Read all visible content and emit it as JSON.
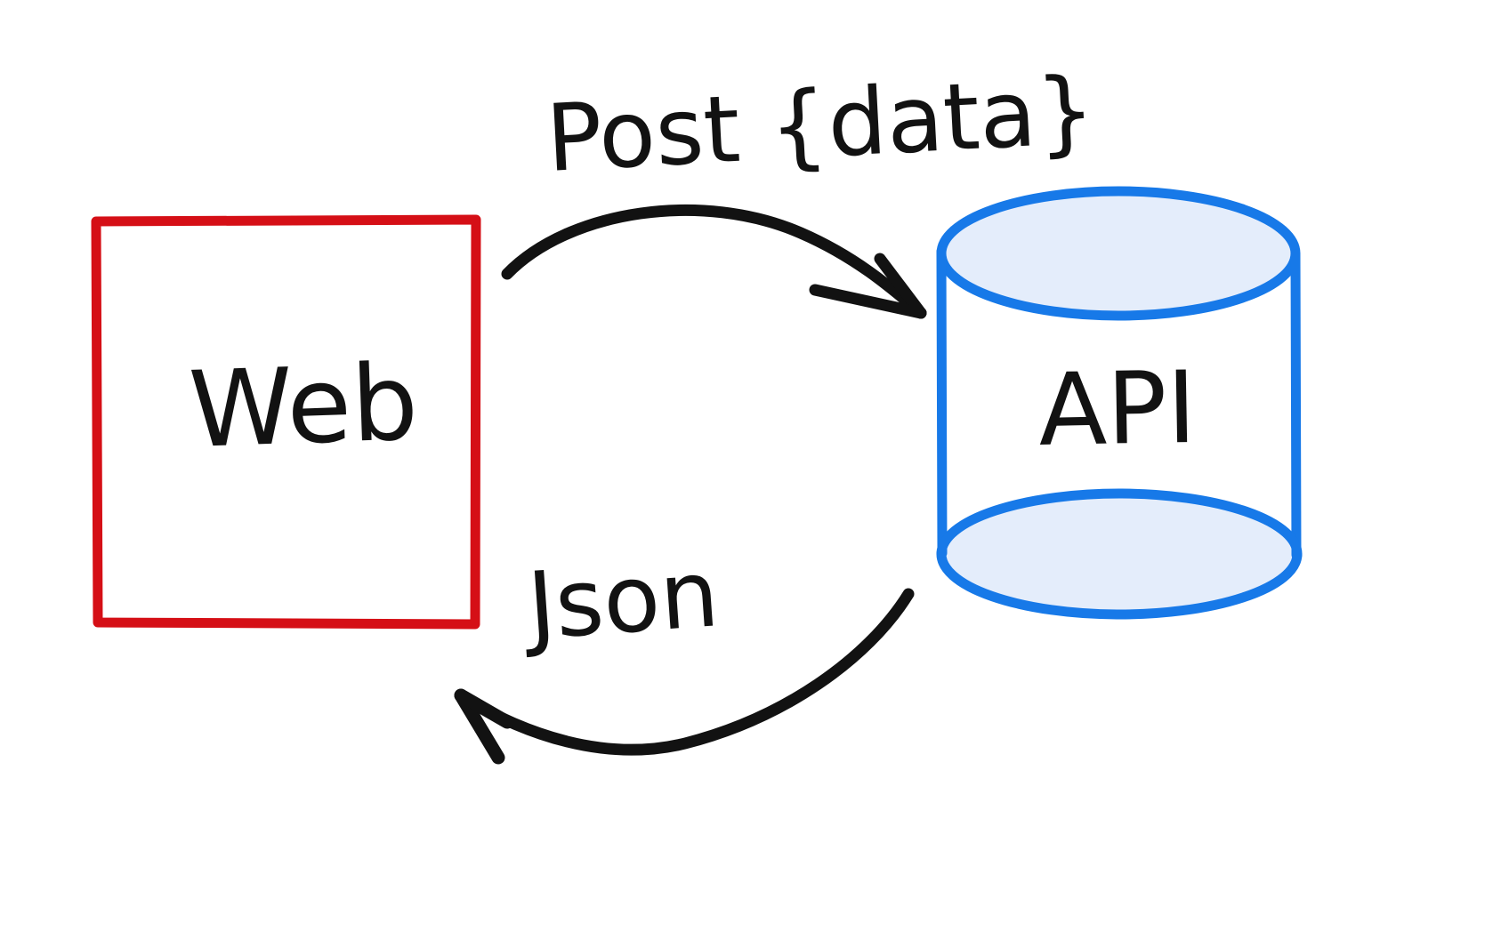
{
  "diagram": {
    "title": "Web to API request/response flow",
    "background_color": "#ffffff",
    "style": "hand-drawn whiteboard sketch"
  },
  "nodes": [
    {
      "id": "web",
      "label": "Web",
      "shape": "rectangle",
      "stroke_color": "#D50F16",
      "fill_color": "#ffffff",
      "text_color": "#121212"
    },
    {
      "id": "api",
      "label": "API",
      "shape": "cylinder",
      "stroke_color": "#1779E8",
      "fill_color": "#E4EDFB",
      "text_color": "#121212"
    }
  ],
  "edges": [
    {
      "id": "post-edge",
      "label": "Post {data}",
      "from": "web",
      "to": "api",
      "direction": "right",
      "style": "curved-arrow",
      "color": "#121212"
    },
    {
      "id": "json-edge",
      "label": "Json",
      "from": "api",
      "to": "web",
      "direction": "left",
      "style": "curved-arrow",
      "color": "#121212"
    }
  ]
}
